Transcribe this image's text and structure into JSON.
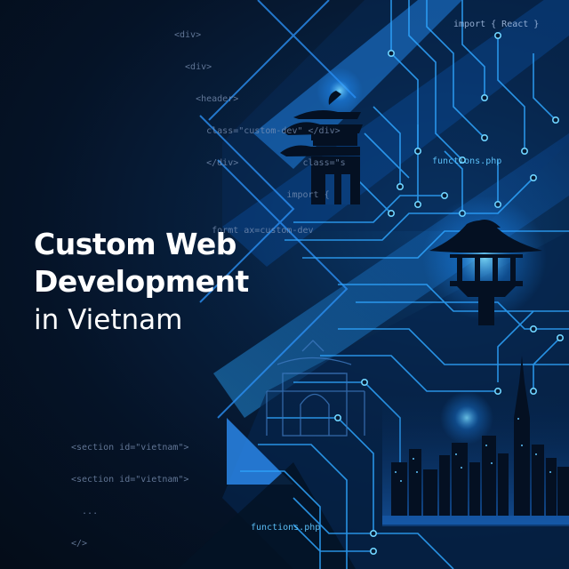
{
  "headline": {
    "line1": "Custom Web",
    "line2": "Development",
    "line3": "in Vietnam"
  },
  "code_top_left": [
    "<div>",
    "  <div>",
    "    <header>",
    "      class=\"custom-dev\" </div>",
    "      </div>            class=\"s",
    "                     import {",
    "       formt ax=custom-dev"
  ],
  "code_top_right": "import { React }",
  "file_label_upper": "functions.php",
  "file_label_lower": "functions.php",
  "code_bottom_left": [
    "<section id=\"vietnam\">",
    "<section id=\"vietnam\">",
    "  ...",
    "</>"
  ],
  "colors": {
    "background": "#06101f",
    "accent_blue": "#1e90ff",
    "glow_cyan": "#5fd0ff",
    "silhouette": "#041022"
  }
}
